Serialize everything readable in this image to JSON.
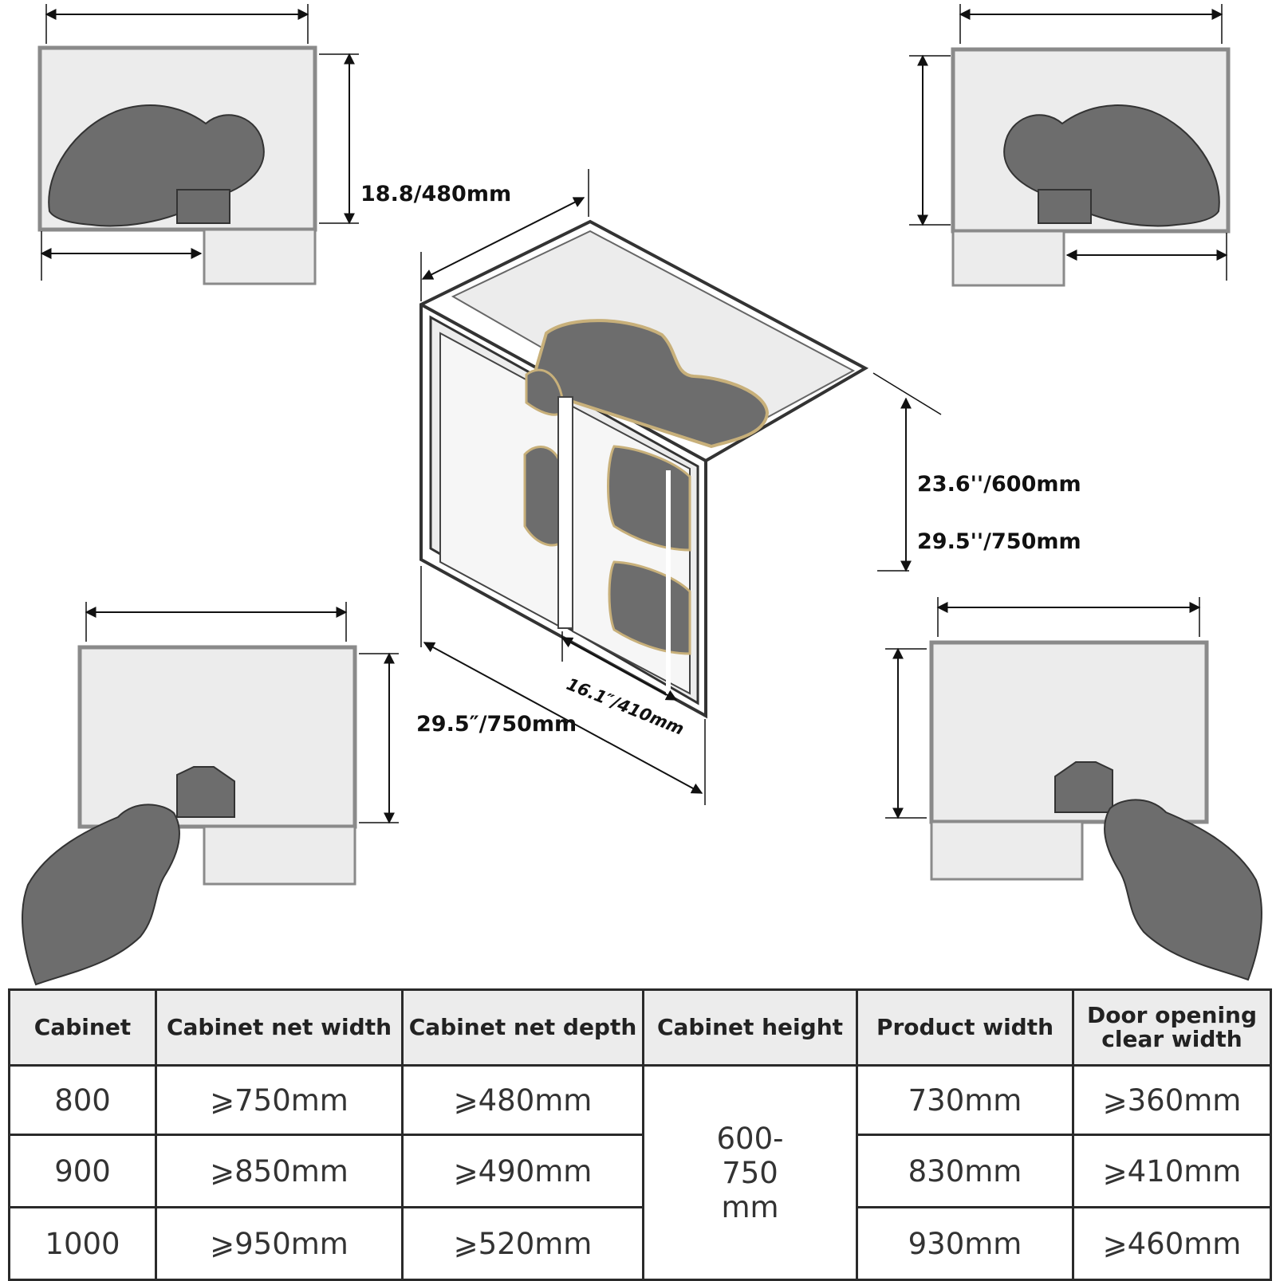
{
  "dimensions": {
    "top_depth": "18.8/480mm",
    "height_min": "23.6''/600mm",
    "height_max": "29.5''/750mm",
    "width": "29.5″/750mm",
    "inner_depth": "16.1″/410mm"
  },
  "colors": {
    "cabinet_outline": "#8a8a8a",
    "cabinet_fill": "#ececec",
    "tray_fill": "#6d6d6d",
    "line": "#111111"
  },
  "table": {
    "headers": [
      "Cabinet",
      "Cabinet net width",
      "Cabinet net depth",
      "Cabinet height",
      "Product width",
      "Door opening clear width"
    ],
    "rows": [
      {
        "cabinet": "800",
        "net_width": "⩾750mm",
        "net_depth": "⩾480mm",
        "product_width": "730mm",
        "door_width": "⩾360mm"
      },
      {
        "cabinet": "900",
        "net_width": "⩾850mm",
        "net_depth": "⩾490mm",
        "product_width": "830mm",
        "door_width": "⩾410mm"
      },
      {
        "cabinet": "1000",
        "net_width": "⩾950mm",
        "net_depth": "⩾520mm",
        "product_width": "930mm",
        "door_width": "⩾460mm"
      }
    ],
    "cabinet_height": "600-750 mm"
  }
}
